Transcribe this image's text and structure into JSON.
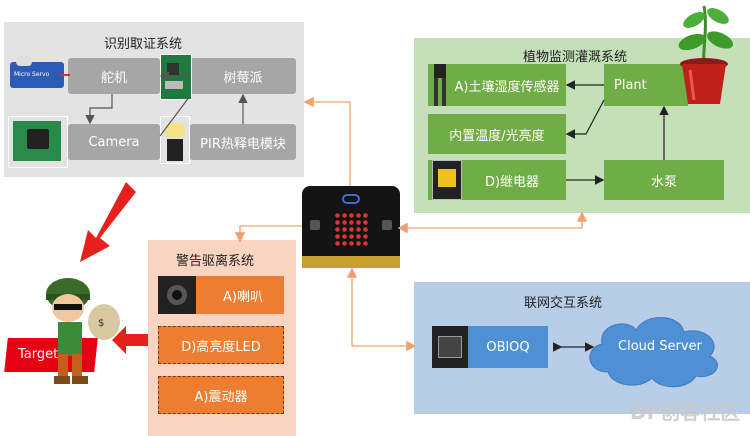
{
  "recognition": {
    "title": "识别取证系统",
    "servo_text": "舵机",
    "raspberry_text": "树莓派",
    "camera_text": "Camera",
    "pir_text": "PIR热释电模块",
    "servo_chip_label": "Micro Servo"
  },
  "plant": {
    "title": "植物监测灌溉系统",
    "soil_text": "A)土壤湿度传感器",
    "temp_light_text": "内置温度/光亮度",
    "relay_text": "D)继电器",
    "plant_text": "Plant",
    "pump_text": "水泵"
  },
  "warning": {
    "title": "警告驱离系统",
    "speaker_text": "A)喇叭",
    "led_text": "D)高亮度LED",
    "vibration_text": "A)震动器"
  },
  "network": {
    "title": "联网交互系统",
    "obloq_text": "OBlOQ",
    "cloud_text": "Cloud Server"
  },
  "target": {
    "label": "Target"
  },
  "watermark": "DF创客社区",
  "colors": {
    "gray_panel": "#e3e3e3",
    "green_panel": "#c5dfb8",
    "orange_panel": "#f9d4c0",
    "blue_panel": "#b8cde8",
    "arrow_orange": "#f0a070",
    "red_arrow": "#e6201c"
  }
}
